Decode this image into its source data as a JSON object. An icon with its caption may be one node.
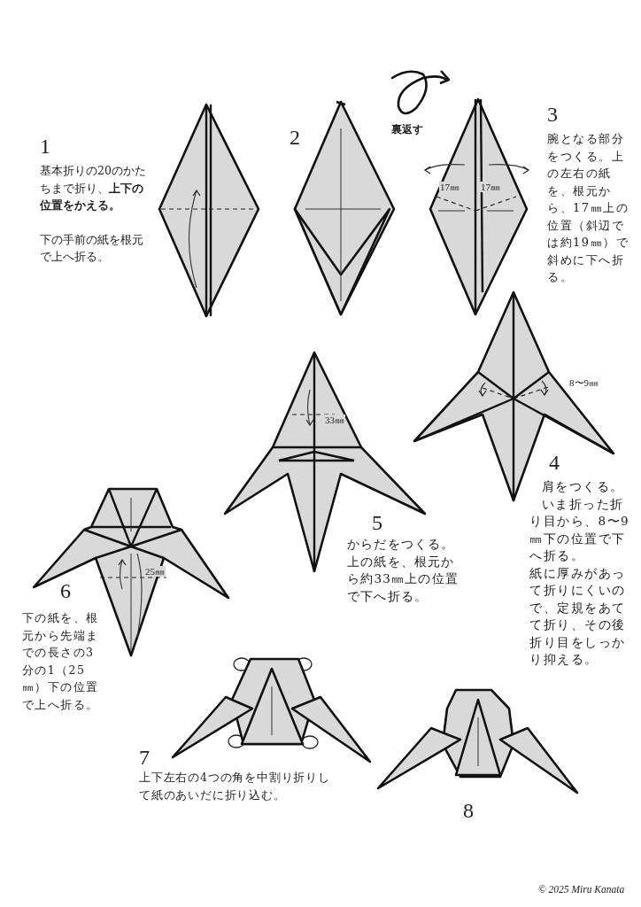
{
  "diagram": {
    "nodes": [
      {
        "text": [],
        "shape": "picture",
        "beside": [
          "1",
          "基本折りの20のかたちまで折り、**上下の位置をかえる。**",
          "下の手前の紙を根元で上へ折る。"
        ]
      },
      {
        "text": [],
        "shape": "picture",
        "beside": [
          "2"
        ]
      },
      {
        "text": [],
        "shape": "picture",
        "beside": [
          "3",
          "腕となる部分をつくる。上の左右の紙を、根元から、17㎜上の位置（斜辺では約19㎜）で斜めに下へ折る。"
        ]
      },
      {
        "text": [],
        "shape": "picture",
        "beside": [
          "4",
          "肩をつくる。",
          "いま折った折り目から、8〜9㎜下の位置で下へ折る。",
          "紙に厚みがあって折りにくいので、定規をあてて折り、その後折り目をしっかり抑える。"
        ]
      },
      {
        "text": [],
        "shape": "picture",
        "beside": [
          "5",
          "からだをつくる。上の紙を、根元から約33㎜上の位置で下へ折る。"
        ]
      },
      {
        "text": [],
        "shape": "picture",
        "beside": [
          "6",
          "下の紙を、根元から先端までの長さの3分の1（25㎜）下の位置で上へ折る。"
        ]
      },
      {
        "text": [],
        "shape": "picture",
        "beside": [
          "7",
          "上下左右の4つの角を中割り折りして紙のあいだに折り込む。"
        ]
      },
      {
        "text": [],
        "shape": "picture",
        "beside": [
          "8"
        ]
      }
    ],
    "edges": [],
    "labels": [
      "裏返す",
      "17㎜",
      "17㎜",
      "8〜9㎜",
      "33㎜",
      "25㎜",
      "© 2025 Miru Kanata"
    ]
  }
}
